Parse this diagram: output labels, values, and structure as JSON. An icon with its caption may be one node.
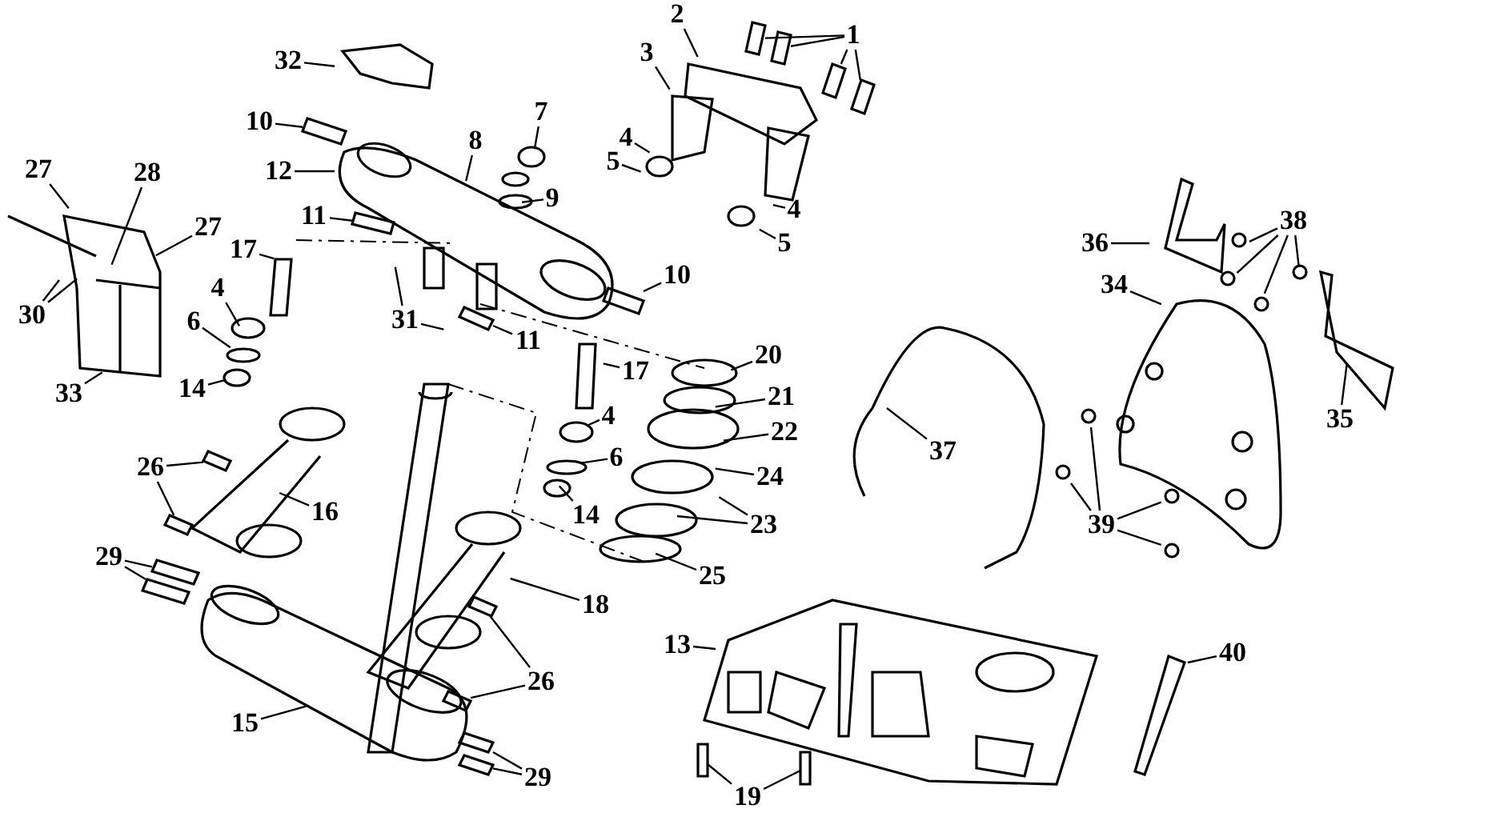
{
  "diagram": {
    "nodes": [
      {
        "text": [
          "32"
        ]
      },
      {
        "text": [
          "2"
        ]
      },
      {
        "text": [
          "1"
        ]
      },
      {
        "text": [
          "3"
        ]
      },
      {
        "text": [
          "10"
        ]
      },
      {
        "text": [
          "7"
        ]
      },
      {
        "text": [
          "4"
        ]
      },
      {
        "text": [
          "8"
        ]
      },
      {
        "text": [
          "12"
        ]
      },
      {
        "text": [
          "5"
        ]
      },
      {
        "text": [
          "9"
        ]
      },
      {
        "text": [
          "27"
        ]
      },
      {
        "text": [
          "28"
        ]
      },
      {
        "text": [
          "11"
        ]
      },
      {
        "text": [
          "4"
        ]
      },
      {
        "text": [
          "27"
        ]
      },
      {
        "text": [
          "17"
        ]
      },
      {
        "text": [
          "5"
        ]
      },
      {
        "text": [
          "10"
        ]
      },
      {
        "text": [
          "4"
        ]
      },
      {
        "text": [
          "31"
        ]
      },
      {
        "text": [
          "30"
        ]
      },
      {
        "text": [
          "11"
        ]
      },
      {
        "text": [
          "6"
        ]
      },
      {
        "text": [
          "20"
        ]
      },
      {
        "text": [
          "17"
        ]
      },
      {
        "text": [
          "14"
        ]
      },
      {
        "text": [
          "33"
        ]
      },
      {
        "text": [
          "21"
        ]
      },
      {
        "text": [
          "37"
        ]
      },
      {
        "text": [
          "34"
        ]
      },
      {
        "text": [
          "36"
        ]
      },
      {
        "text": [
          "38"
        ]
      },
      {
        "text": [
          "35"
        ]
      },
      {
        "text": [
          "4"
        ]
      },
      {
        "text": [
          "22"
        ]
      },
      {
        "text": [
          "26"
        ]
      },
      {
        "text": [
          "6"
        ]
      },
      {
        "text": [
          "24"
        ]
      },
      {
        "text": [
          "16"
        ]
      },
      {
        "text": [
          "39"
        ]
      },
      {
        "text": [
          "14"
        ]
      },
      {
        "text": [
          "23"
        ]
      },
      {
        "text": [
          "29"
        ]
      },
      {
        "text": [
          "25"
        ]
      },
      {
        "text": [
          "18"
        ]
      },
      {
        "text": [
          "13"
        ]
      },
      {
        "text": [
          "40"
        ]
      },
      {
        "text": [
          "26"
        ]
      },
      {
        "text": [
          "15"
        ]
      },
      {
        "text": [
          "29"
        ]
      },
      {
        "text": [
          "19"
        ]
      },
      {
        "text": [],
        "shape": "box"
      },
      {
        "text": [],
        "shape": "box"
      },
      {
        "text": [],
        "shape": "box"
      },
      {
        "text": [],
        "shape": "box"
      },
      {
        "text": [],
        "shape": "box"
      },
      {
        "text": [],
        "shape": "box"
      },
      {
        "text": [],
        "shape": "box"
      },
      {
        "text": [],
        "shape": "box"
      },
      {
        "text": [],
        "shape": "box"
      },
      {
        "text": [],
        "shape": "box"
      },
      {
        "text": [],
        "shape": "box"
      },
      {
        "text": [],
        "shape": "box"
      },
      {
        "text": [],
        "shape": "box"
      },
      {
        "text": [],
        "shape": "box"
      },
      {
        "text": [],
        "shape": "box"
      },
      {
        "text": [],
        "shape": "box"
      },
      {
        "text": [],
        "shape": "box"
      }
    ],
    "edges": [
      {
        "from": 0,
        "to": null,
        "arrow": "none"
      },
      {
        "from": 1,
        "to": null,
        "arrow": "none"
      },
      {
        "from": 2,
        "to": 52,
        "arrow": "none"
      },
      {
        "from": 2,
        "to": 53,
        "arrow": "none"
      },
      {
        "from": 2,
        "to": 54,
        "arrow": "none"
      },
      {
        "from": 2,
        "to": 55,
        "arrow": "none"
      },
      {
        "from": 3,
        "to": null,
        "arrow": "none"
      },
      {
        "from": 4,
        "to": null,
        "arrow": "none"
      },
      {
        "from": 5,
        "to": null,
        "arrow": "none"
      },
      {
        "from": 6,
        "to": null,
        "arrow": "none"
      },
      {
        "from": 7,
        "to": null,
        "arrow": "none"
      },
      {
        "from": 8,
        "to": null,
        "arrow": "none"
      },
      {
        "from": 9,
        "to": null,
        "arrow": "none"
      },
      {
        "from": 10,
        "to": null,
        "arrow": "none"
      },
      {
        "from": 11,
        "to": null,
        "arrow": "none"
      },
      {
        "from": 12,
        "to": null,
        "arrow": "none"
      },
      {
        "from": 13,
        "to": 56,
        "arrow": "none"
      },
      {
        "from": 14,
        "to": null,
        "arrow": "none"
      },
      {
        "from": 15,
        "to": null,
        "arrow": "none"
      },
      {
        "from": 16,
        "to": null,
        "arrow": "none"
      },
      {
        "from": 17,
        "to": null,
        "arrow": "none"
      },
      {
        "from": 18,
        "to": 57,
        "arrow": "none"
      },
      {
        "from": 19,
        "to": null,
        "arrow": "none"
      },
      {
        "from": 20,
        "to": null,
        "arrow": "none"
      },
      {
        "from": 20,
        "to": null,
        "arrow": "none"
      },
      {
        "from": 21,
        "to": null,
        "arrow": "none"
      },
      {
        "from": 21,
        "to": null,
        "arrow": "none"
      },
      {
        "from": 22,
        "to": 58,
        "arrow": "none"
      },
      {
        "from": 23,
        "to": null,
        "arrow": "none"
      },
      {
        "from": 24,
        "to": null,
        "arrow": "none"
      },
      {
        "from": 25,
        "to": null,
        "arrow": "none"
      },
      {
        "from": 26,
        "to": null,
        "arrow": "none"
      },
      {
        "from": 27,
        "to": null,
        "arrow": "none"
      },
      {
        "from": 28,
        "to": null,
        "arrow": "none"
      },
      {
        "from": 29,
        "to": null,
        "arrow": "none"
      },
      {
        "from": 30,
        "to": null,
        "arrow": "none"
      },
      {
        "from": 31,
        "to": null,
        "arrow": "none"
      },
      {
        "from": 32,
        "to": null,
        "arrow": "none"
      },
      {
        "from": 32,
        "to": null,
        "arrow": "none"
      },
      {
        "from": 32,
        "to": null,
        "arrow": "none"
      },
      {
        "from": 32,
        "to": null,
        "arrow": "none"
      },
      {
        "from": 33,
        "to": null,
        "arrow": "none"
      },
      {
        "from": 34,
        "to": null,
        "arrow": "none"
      },
      {
        "from": 35,
        "to": null,
        "arrow": "none"
      },
      {
        "from": 36,
        "to": 59,
        "arrow": "none"
      },
      {
        "from": 36,
        "to": 60,
        "arrow": "none"
      },
      {
        "from": 37,
        "to": null,
        "arrow": "none"
      },
      {
        "from": 38,
        "to": null,
        "arrow": "none"
      },
      {
        "from": 39,
        "to": null,
        "arrow": "none"
      },
      {
        "from": 40,
        "to": null,
        "arrow": "none"
      },
      {
        "from": 40,
        "to": null,
        "arrow": "none"
      },
      {
        "from": 40,
        "to": null,
        "arrow": "none"
      },
      {
        "from": 40,
        "to": null,
        "arrow": "none"
      },
      {
        "from": 41,
        "to": null,
        "arrow": "none"
      },
      {
        "from": 42,
        "to": null,
        "arrow": "none"
      },
      {
        "from": 42,
        "to": null,
        "arrow": "none"
      },
      {
        "from": 43,
        "to": 67,
        "arrow": "none"
      },
      {
        "from": 43,
        "to": 68,
        "arrow": "none"
      },
      {
        "from": 44,
        "to": null,
        "arrow": "none"
      },
      {
        "from": 45,
        "to": null,
        "arrow": "none"
      },
      {
        "from": 46,
        "to": null,
        "arrow": "none"
      },
      {
        "from": 47,
        "to": null,
        "arrow": "none"
      },
      {
        "from": 48,
        "to": 61,
        "arrow": "none"
      },
      {
        "from": 48,
        "to": 62,
        "arrow": "none"
      },
      {
        "from": 49,
        "to": null,
        "arrow": "none"
      },
      {
        "from": 50,
        "to": 63,
        "arrow": "none"
      },
      {
        "from": 50,
        "to": 64,
        "arrow": "none"
      },
      {
        "from": 51,
        "to": 65,
        "arrow": "none"
      },
      {
        "from": 51,
        "to": 66,
        "arrow": "none"
      }
    ]
  }
}
